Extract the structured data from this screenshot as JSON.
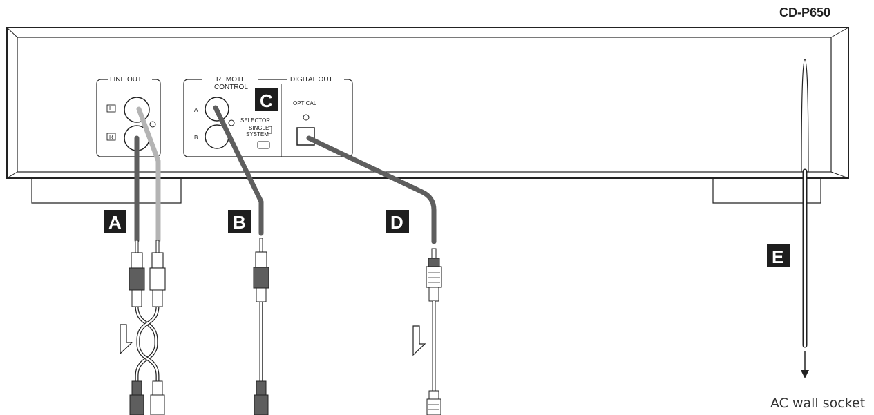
{
  "model": "CD-P650",
  "panels": {
    "line_out": {
      "title": "LINE OUT",
      "jack_left": "L",
      "jack_right": "R"
    },
    "remote": {
      "title_line1": "REMOTE",
      "title_line2": "CONTROL",
      "jack_a": "A",
      "jack_b": "B",
      "selector": "SELECTOR",
      "single": "SINGLE",
      "system": "SYSTEM"
    },
    "digital_out": {
      "title": "DIGITAL OUT",
      "optical": "OPTICAL"
    }
  },
  "badges": {
    "a": "A",
    "b": "B",
    "c": "C",
    "d": "D",
    "e": "E"
  },
  "ac_socket": "AC wall socket",
  "colors": {
    "cable_dark": "#5e5e5e",
    "cable_light": "#b4b4b4",
    "badge": "#1e1e1e",
    "outline": "#222222"
  }
}
